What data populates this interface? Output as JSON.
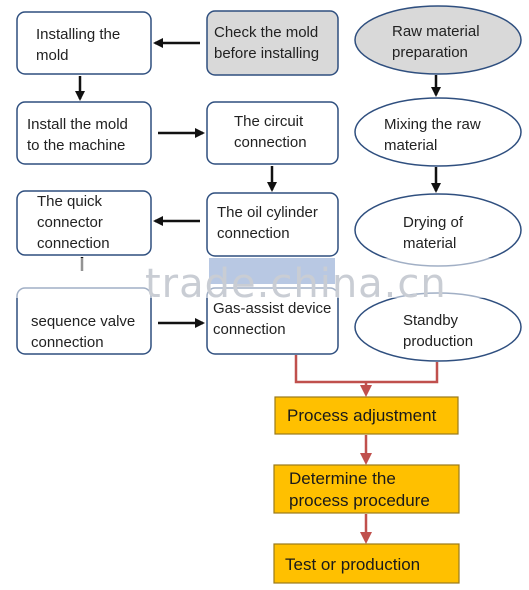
{
  "colors": {
    "box_border": "#2f4f7f",
    "grey_fill": "#d9d9d9",
    "gold_fill": "#ffc000",
    "gold_border": "#9a7a1a",
    "red_connector": "#c0504d",
    "black_arrow": "#111111",
    "watermark_band": "#5b7fbf"
  },
  "nodes": {
    "installing_mold": [
      "Installing the",
      "mold"
    ],
    "check_mold": [
      "Check the mold",
      "before installing"
    ],
    "raw_material": [
      "Raw material",
      "preparation"
    ],
    "install_machine": [
      "Install the mold",
      "to the machine"
    ],
    "circuit": [
      "The circuit",
      "connection"
    ],
    "mixing": [
      "Mixing the raw",
      "material"
    ],
    "quick_connector": [
      "The quick",
      "connector",
      "connection"
    ],
    "oil_cylinder": [
      "The oil cylinder",
      "connection"
    ],
    "drying": [
      "Drying of",
      "material"
    ],
    "sequence_valve": [
      "sequence valve",
      "connection"
    ],
    "gas_assist": [
      "Gas-assist device",
      "connection"
    ],
    "standby": [
      "Standby",
      "production"
    ],
    "process_adjustment": [
      "Process adjustment"
    ],
    "determine_procedure": [
      "Determine the",
      "process procedure"
    ],
    "test_production": [
      "Test or production"
    ]
  },
  "watermark": "trade.china.cn"
}
